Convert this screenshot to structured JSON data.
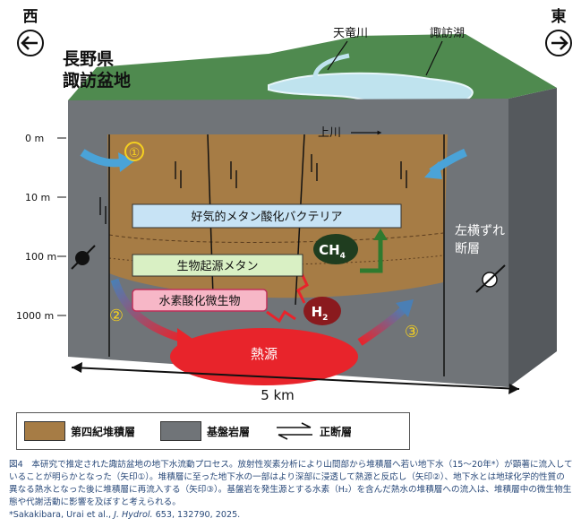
{
  "compass": {
    "west": "西",
    "east": "東",
    "west_arrow": "left-arrow-icon",
    "east_arrow": "right-arrow-icon"
  },
  "region": {
    "line1": "長野県",
    "line2": "諏訪盆地"
  },
  "place_labels": {
    "tenryu": "天竜川",
    "suwa_lake": "諏訪湖",
    "kamikawa": "上川"
  },
  "depth_labels": [
    "0 m",
    "10 m",
    "100 m",
    "1000 m"
  ],
  "layers": {
    "aerobic": "好気的メタン酸化バクテリア",
    "biogenic": "生物起源メタン",
    "hydrogen_microbes": "水素酸化微生物"
  },
  "chem": {
    "ch4": "CH",
    "ch4_sub": "4",
    "h2": "H",
    "h2_sub": "2"
  },
  "heat_source": "熱源",
  "fault_label": {
    "line1": "左横ずれ",
    "line2": "断層"
  },
  "arrow_markers": [
    "①",
    "②",
    "③"
  ],
  "scale": "5 km",
  "legend": [
    {
      "label": "第四紀堆積層",
      "color": "#a67c45"
    },
    {
      "label": "基盤岩層",
      "color": "#707478"
    },
    {
      "label": "正断層"
    }
  ],
  "caption": {
    "text": "図4　本研究で推定された諏訪盆地の地下水流動プロセス。放射性炭素分析により山間部から堆積層へ若い地下水（15〜20年*）が顕著に流入していることが明らかとなった（矢印①）。堆積層に至った地下水の一部はより深部に浸透して熱源と反応し（矢印②）、地下水とは地球化学的性質の異なる熱水となった後に堆積層に再流入する（矢印③）。基盤岩を発生源とする水素（H₂）を含んだ熱水の堆積層への流入は、堆積層中の微生物生態や代謝活動に影響を及ぼすと考えられる。",
    "cite_pre": "*Sakakibara, Urai et al., ",
    "cite_journal": "J. Hydrol.",
    "cite_post": " 653, 132790, 2025."
  },
  "colors": {
    "sediment": "#a67c45",
    "bedrock": "#707478",
    "grass": "#4f8a4f",
    "lake": "#bfe3ee",
    "aerobic_box": "#c7e3f5",
    "biogenic_box": "#d9f0c4",
    "hydrogen_box": "#f7b7c7",
    "heat": "#e8242b",
    "blue_arrow": "#4aa3d8",
    "marker": "#f5d020",
    "dark_green": "#2a4a2a"
  }
}
